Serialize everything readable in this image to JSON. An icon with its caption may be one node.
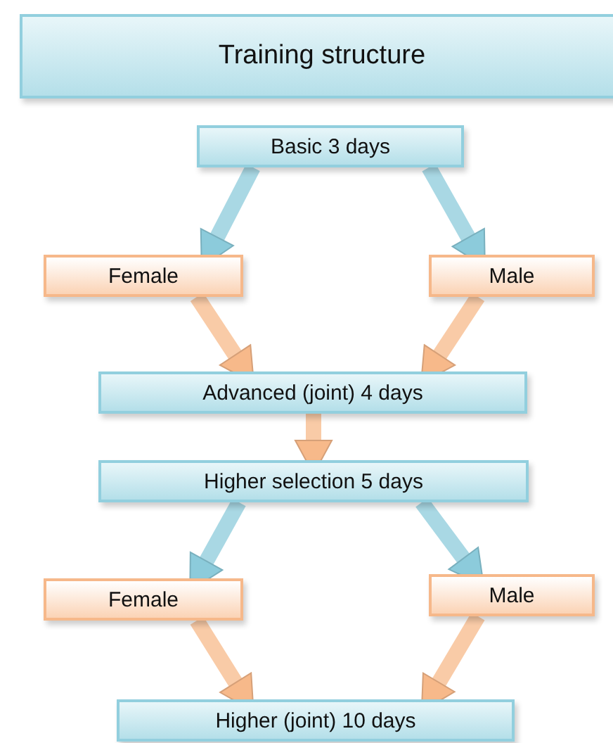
{
  "diagram": {
    "nodes": [
      {
        "text": [
          "Training structure"
        ]
      },
      {
        "text": [
          "Basic 3 days"
        ]
      },
      {
        "text": [
          "Female"
        ]
      },
      {
        "text": [
          "Male"
        ]
      },
      {
        "text": [
          "Advanced (joint) 4 days"
        ]
      },
      {
        "text": [
          "Higher selection 5 days"
        ]
      },
      {
        "text": [
          "Female"
        ]
      },
      {
        "text": [
          "Male"
        ]
      },
      {
        "text": [
          "Higher (joint) 10 days"
        ]
      }
    ],
    "edges": [
      {
        "from": 1,
        "to": 2,
        "arrow": "to",
        "color": "#8ccbdb"
      },
      {
        "from": 1,
        "to": 3,
        "arrow": "to",
        "color": "#8ccbdb"
      },
      {
        "from": 2,
        "to": 4,
        "arrow": "to"
      },
      {
        "from": 3,
        "to": 4,
        "arrow": "to"
      },
      {
        "from": 4,
        "to": 5,
        "arrow": "to"
      },
      {
        "from": 5,
        "to": 6,
        "arrow": "to",
        "color": "#8ccbdb"
      },
      {
        "from": 5,
        "to": 7,
        "arrow": "to",
        "color": "#8ccbdb"
      },
      {
        "from": 6,
        "to": 8,
        "arrow": "to"
      },
      {
        "from": 7,
        "to": 8,
        "arrow": "to"
      }
    ]
  }
}
